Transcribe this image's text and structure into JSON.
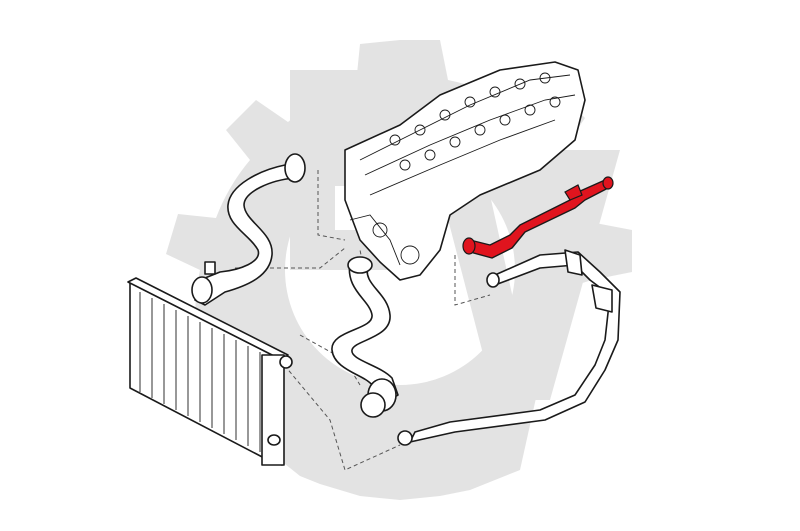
{
  "diagram": {
    "watermark": {
      "letters": "EV",
      "color": "#e3e3e3",
      "icon": "gear-logo-watermark"
    },
    "parts": [
      {
        "id": "engine-cylinder-head",
        "color": "#1a1a1a",
        "highlighted": false
      },
      {
        "id": "upper-radiator-hose",
        "color": "#1a1a1a",
        "highlighted": false
      },
      {
        "id": "lower-radiator-hose",
        "color": "#1a1a1a",
        "highlighted": false
      },
      {
        "id": "long-coolant-pipe",
        "color": "#1a1a1a",
        "highlighted": false
      },
      {
        "id": "radiator",
        "color": "#1a1a1a",
        "highlighted": false
      },
      {
        "id": "heater-hose",
        "color": "#e0141e",
        "highlighted": true
      }
    ],
    "highlight_color": "#e0141e",
    "line_color": "#1a1a1a"
  }
}
